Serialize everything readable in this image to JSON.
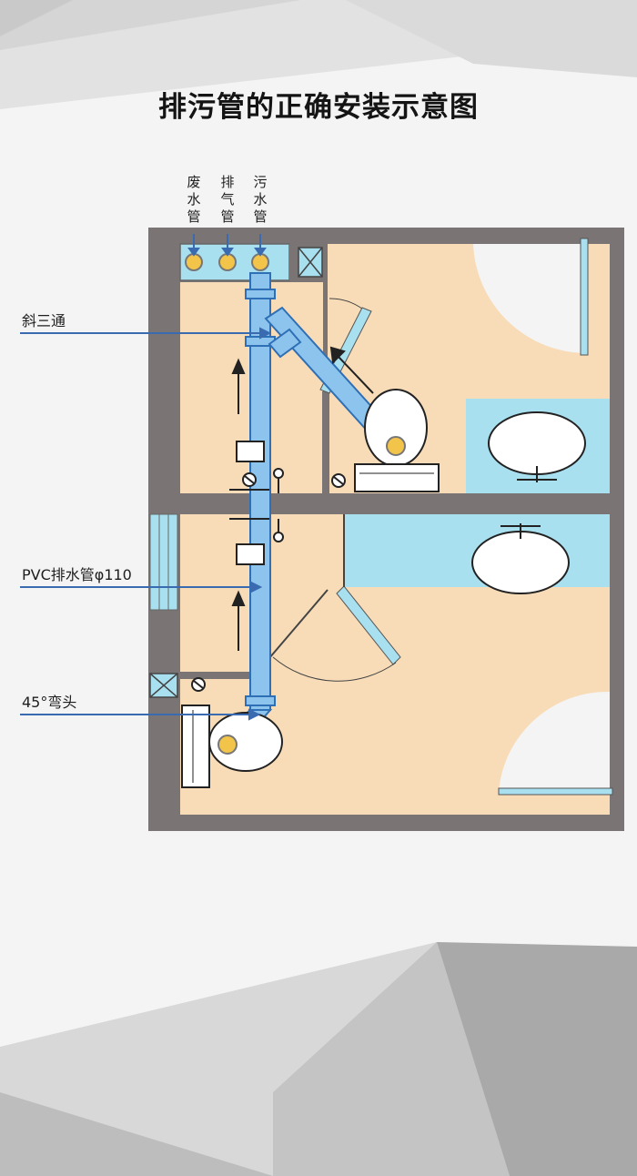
{
  "title": "排污管的正确安装示意图",
  "pipe_labels": [
    {
      "chars": [
        "废",
        "水",
        "管"
      ]
    },
    {
      "chars": [
        "排",
        "气",
        "管"
      ]
    },
    {
      "chars": [
        "污",
        "水",
        "管"
      ]
    }
  ],
  "callouts": {
    "tee": "斜三通",
    "pvc": "PVC排水管φ110",
    "elbow": "45°弯头"
  },
  "colors": {
    "wall": "#7b7474",
    "floor": "#f8dcb8",
    "pipe": "#8cc4ee",
    "pipe_dark": "#2f6fb5",
    "basin_counter": "#a8e0f0",
    "pipe_end": "#f2c44a",
    "callout_line": "#3a6ab0"
  }
}
